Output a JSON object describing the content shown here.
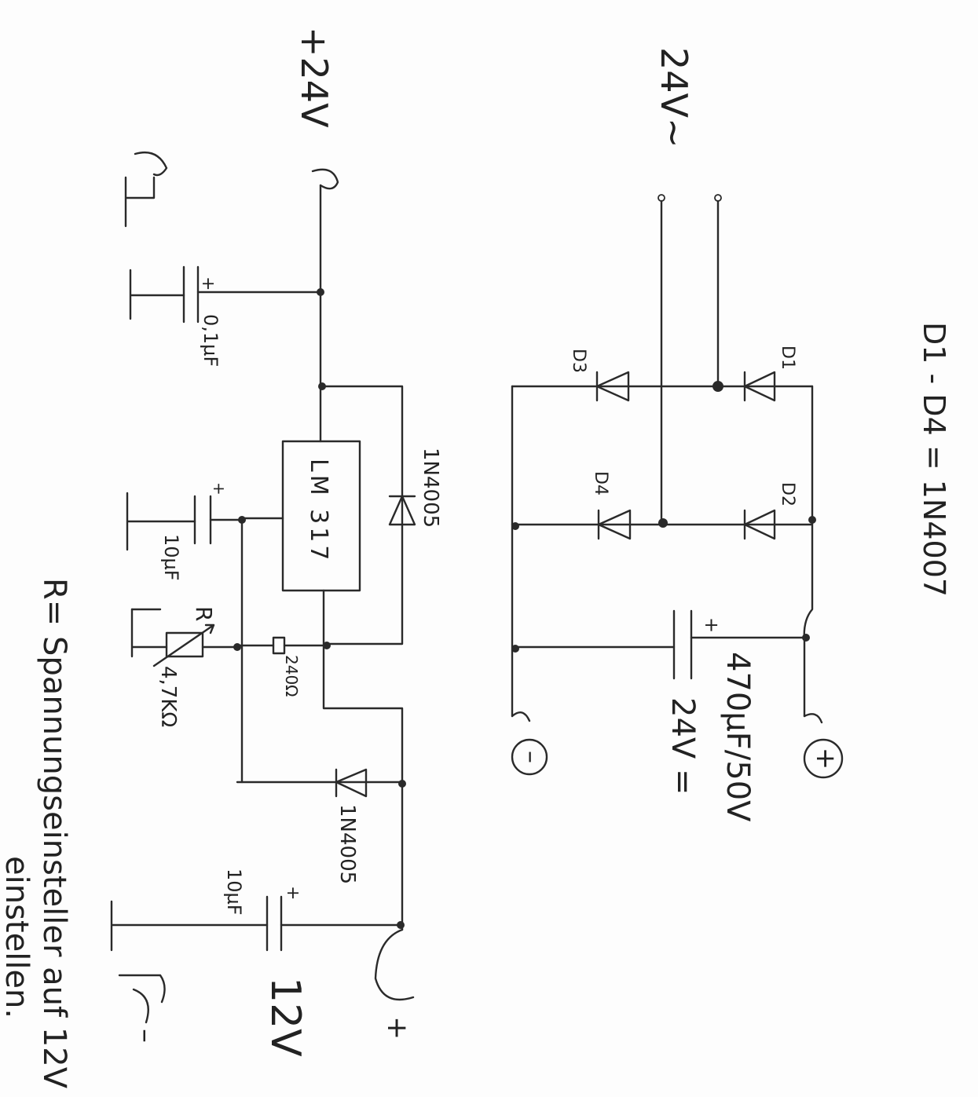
{
  "labels": {
    "v24_in": "+24V",
    "c_01": "0,1µF",
    "regulator": "LM 317",
    "d_top": "1N4005",
    "c_10a": "10µF",
    "r_label": "R",
    "pot": "4,7KΩ",
    "r240": "240Ω",
    "d_bottom": "1N4005",
    "c_10b": "10µF",
    "v12": "12V",
    "plus_out": "+",
    "minus_out": "–",
    "plus_small": "+",
    "note1": "R= Spannungseinsteller auf 12V",
    "note2": "einstellen.",
    "ac_in": "24V~",
    "diodes_note": "D1 - D4 = 1N4007",
    "d1": "D1",
    "d2": "D2",
    "d3": "D3",
    "d4": "D4",
    "cap_big": "470µF/50V",
    "dc_out": "24V =",
    "plus_term": "+",
    "minus_term": "–"
  },
  "colors": {
    "ink": "#2a2a2a",
    "paper": "#fdfdfd"
  }
}
